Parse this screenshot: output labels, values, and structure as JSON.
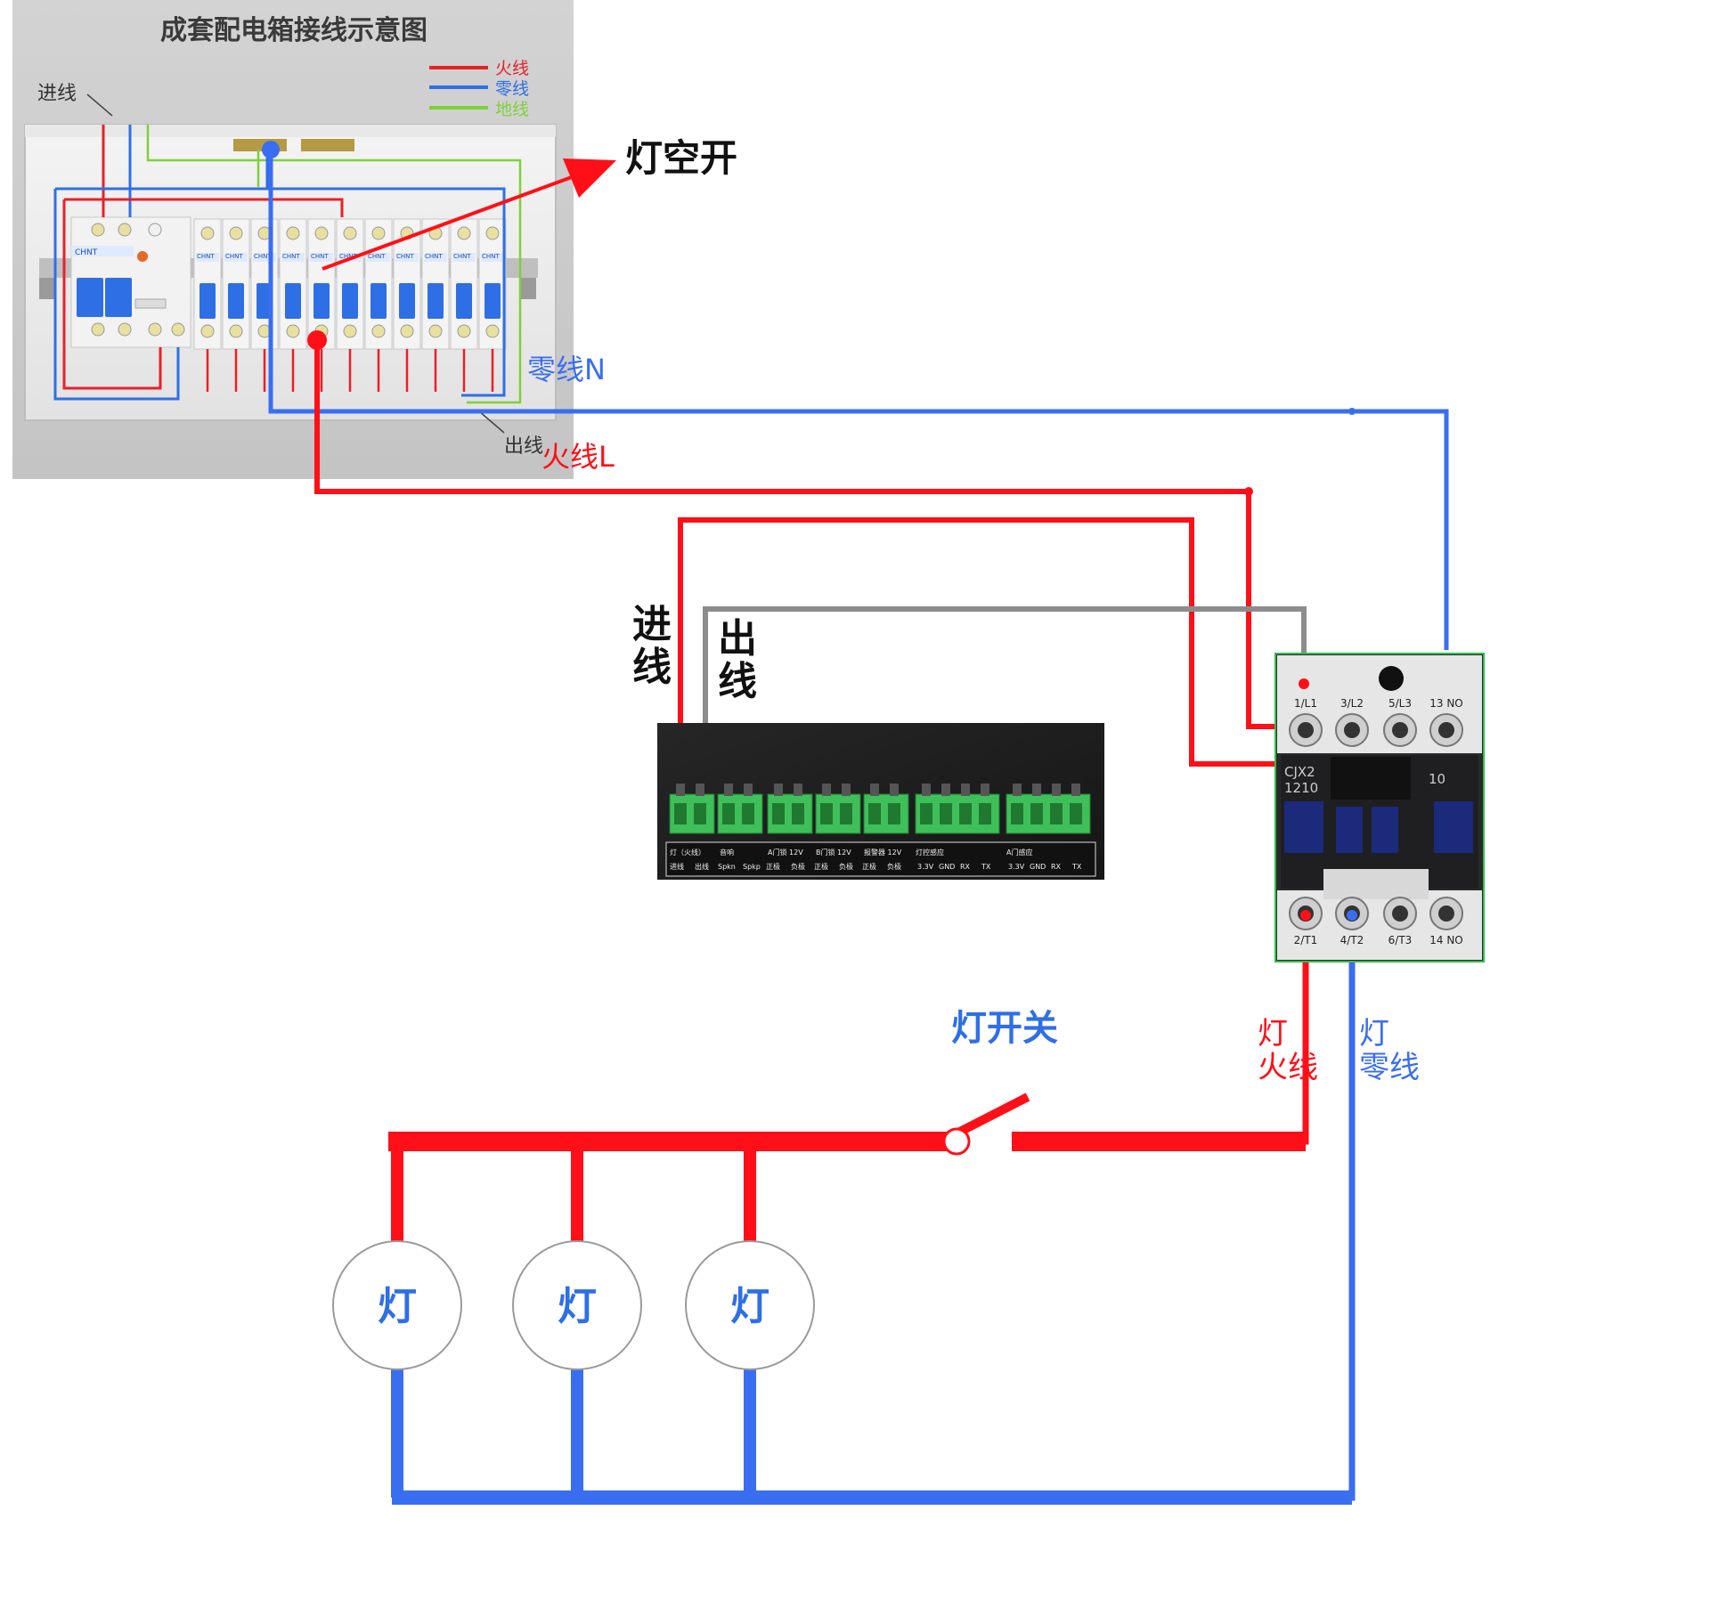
{
  "panel": {
    "title": "成套配电箱接线示意图",
    "incoming_label": "进线",
    "outgoing_label": "出线",
    "legend": [
      {
        "label": "火线",
        "color": "#e8202a"
      },
      {
        "label": "零线",
        "color": "#2f6fe6"
      },
      {
        "label": "地线",
        "color": "#7ed03a"
      }
    ],
    "breaker_brand": "CHNT"
  },
  "labels": {
    "light_breaker": "灯空开",
    "neutral_n": "零线N",
    "live_l": "火线L",
    "ctrl_in": "进线",
    "ctrl_out": "出线",
    "light_switch": "灯开关",
    "lamp_live_1": "灯",
    "lamp_live_2": "火线",
    "lamp_neutral_1": "灯",
    "lamp_neutral_2": "零线"
  },
  "controller": {
    "groups": [
      "灯（火线）",
      "音响",
      "A门锁 12V",
      "B门锁 12V",
      "报警器 12V",
      "灯控感应",
      "A门感应"
    ],
    "subs": [
      "进线",
      "出线",
      "Spkn",
      "Spkp",
      "正极",
      "负极",
      "正极",
      "负极",
      "正极",
      "负极",
      "3.3V",
      "GND",
      "RX",
      "TX",
      "3.3V",
      "GND",
      "RX",
      "TX"
    ]
  },
  "contactor": {
    "model": "CJX2",
    "rating": "1210",
    "aux": "10",
    "top_terminals": [
      "1/L1",
      "3/L2",
      "5/L3",
      "13 NO"
    ],
    "bottom_terminals": [
      "2/T1",
      "4/T2",
      "6/T3",
      "14 NO"
    ]
  },
  "lamps": [
    {
      "label": "灯"
    },
    {
      "label": "灯"
    },
    {
      "label": "灯"
    }
  ],
  "colors": {
    "live": "#ff0f17",
    "neutral": "#3a6ef0",
    "earth": "#7ed03a",
    "controller_out_wire": "#8c8c8c",
    "lamp_text": "#2f6fe6"
  }
}
